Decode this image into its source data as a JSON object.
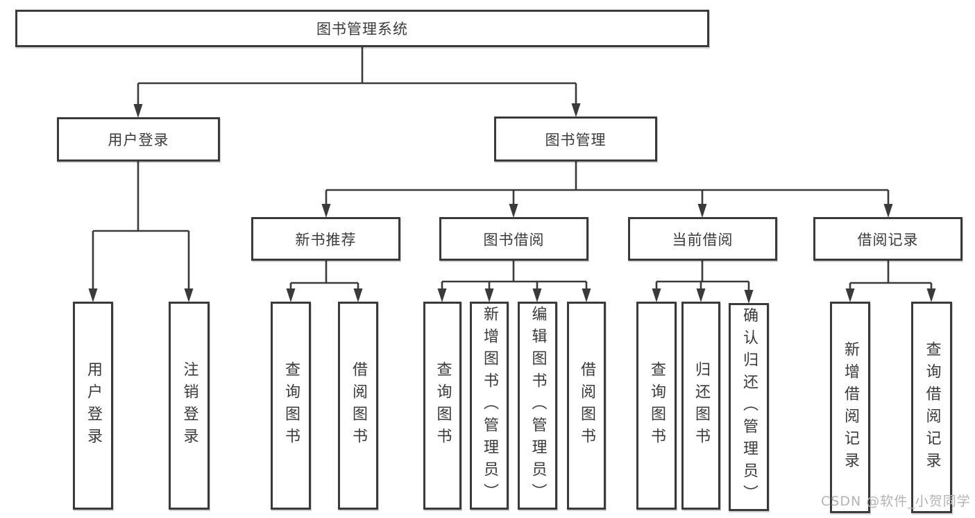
{
  "diagram": {
    "root": {
      "label": "图书管理系统"
    },
    "level2": [
      {
        "label": "用户登录"
      },
      {
        "label": "图书管理"
      }
    ],
    "level3": [
      {
        "label": "新书推荐"
      },
      {
        "label": "图书借阅"
      },
      {
        "label": "当前借阅"
      },
      {
        "label": "借阅记录"
      }
    ],
    "leaves": [
      {
        "label": "用户登录"
      },
      {
        "label": "注销登录"
      },
      {
        "label": "查询图书"
      },
      {
        "label": "借阅图书"
      },
      {
        "label": "查询图书"
      },
      {
        "label": "新增图书（管理员）"
      },
      {
        "label": "编辑图书（管理员）"
      },
      {
        "label": "借阅图书"
      },
      {
        "label": "查询图书"
      },
      {
        "label": "归还图书"
      },
      {
        "label": "确认归还（管理员）"
      },
      {
        "label": "新增借阅记录"
      },
      {
        "label": "查询借阅记录"
      }
    ]
  },
  "watermark": {
    "text": "CSDN @软件_小贺同学"
  },
  "colors": {
    "line": "#3a3a3a",
    "box_border": "#3a3a3a",
    "text": "#3a3a3a",
    "watermark": "#b3b3b3",
    "background": "#ffffff"
  }
}
